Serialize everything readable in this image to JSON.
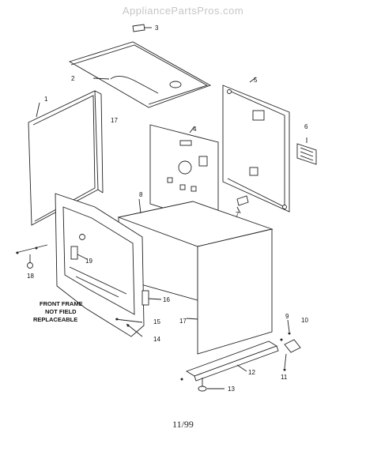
{
  "watermark": "AppliancePartsPros.com",
  "footer": "11/99",
  "note": [
    "FRONT FRAME",
    "NOT FIELD",
    "REPLACEABLE"
  ],
  "callouts": {
    "c1": "1",
    "c2": "2",
    "c3": "3",
    "c4": "4",
    "c5": "5",
    "c6": "6",
    "c7": "7",
    "c8": "8",
    "c9": "9",
    "c10": "10",
    "c11": "11",
    "c12": "12",
    "c13": "13",
    "c14": "14",
    "c15": "15",
    "c16": "16",
    "c17a": "17",
    "c17b": "17",
    "c18": "18",
    "c19": "19"
  }
}
